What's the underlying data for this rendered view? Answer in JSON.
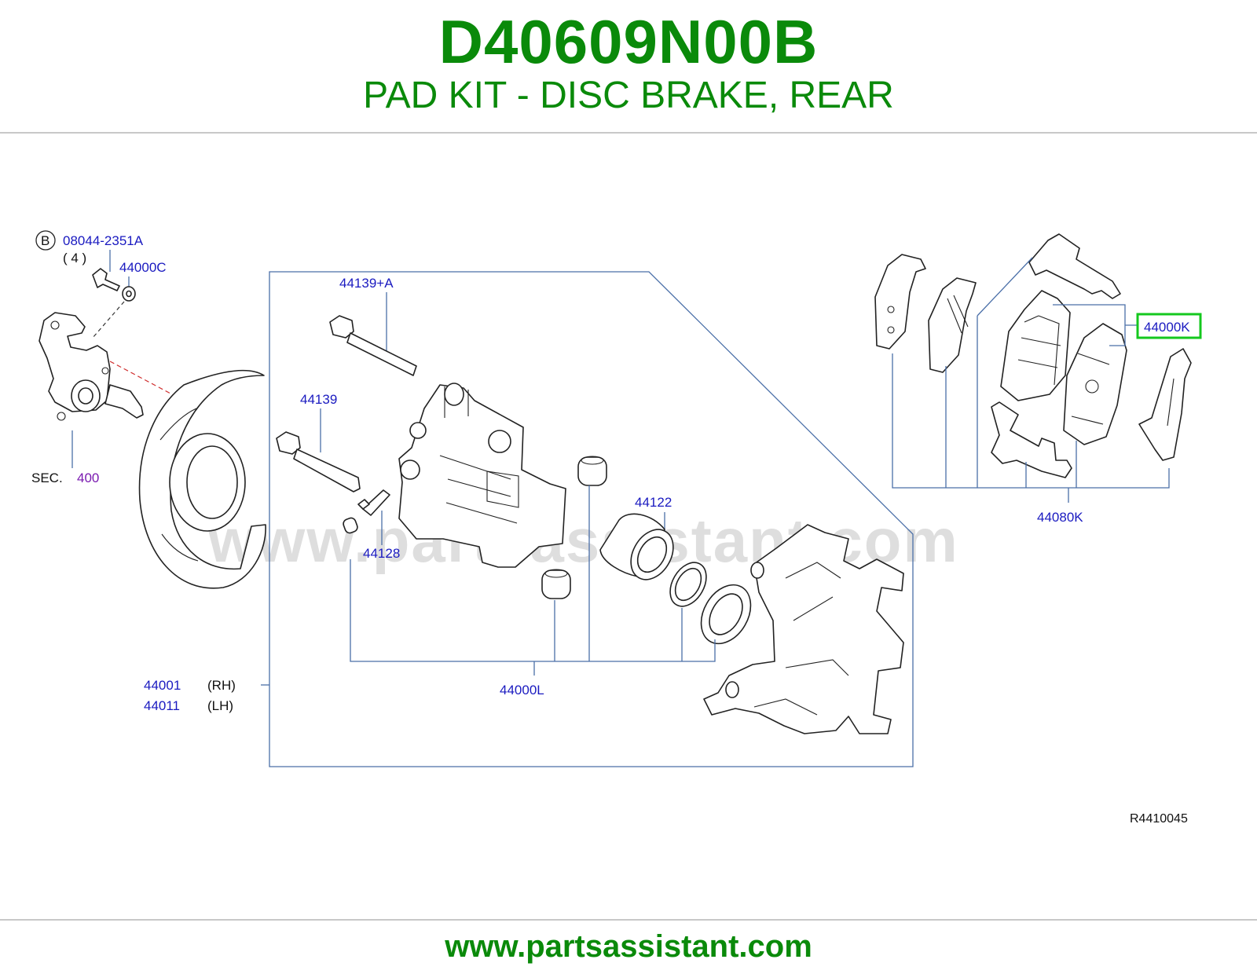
{
  "header": {
    "part_number": "D40609N00B",
    "part_description": "PAD KIT - DISC BRAKE, REAR"
  },
  "diagram": {
    "callouts": {
      "bolt_ref_letter": "B",
      "bolt_part": "08044-2351A",
      "bolt_qty": "( 4 )",
      "washer_part": "44000C",
      "section_prefix": "SEC.",
      "section_number": "400",
      "pin_bolt_a": "44139+A",
      "pin_bolt": "44139",
      "bleeder": "44128",
      "piston": "44122",
      "seal_kit": "44000L",
      "caliper_rh_part": "44001",
      "caliper_rh_side": "(RH)",
      "caliper_lh_part": "44011",
      "caliper_lh_side": "(LH)",
      "pad_kit": "44000K",
      "hardware_kit": "44080K"
    },
    "reference_code": "R4410045",
    "watermark": "www.partsassistant.com",
    "highlight_color": "#14c81e",
    "callout_color": "#1a1ac0",
    "section_color": "#7a1ab0"
  },
  "footer": {
    "url": "www.partsassistant.com"
  }
}
